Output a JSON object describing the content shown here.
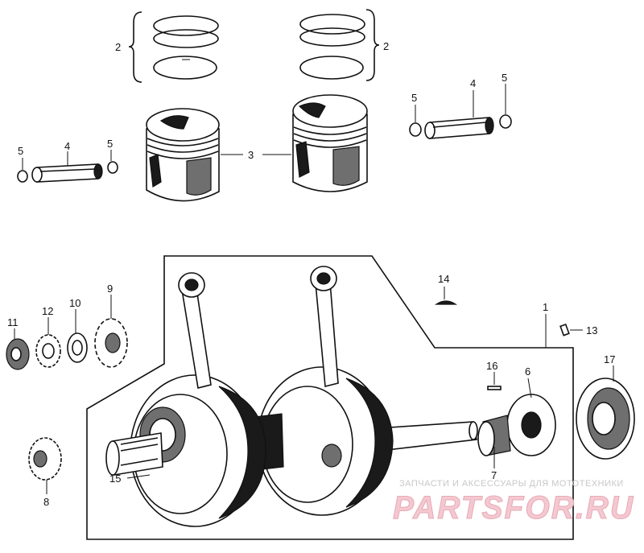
{
  "callouts": {
    "c1": "1",
    "c2_left": "2",
    "c2_right": "2",
    "c3": "3",
    "c4_left": "4",
    "c4_right": "4",
    "c5_left_a": "5",
    "c5_left_b": "5",
    "c5_right_a": "5",
    "c5_right_b": "5",
    "c6": "6",
    "c7": "7",
    "c8": "8",
    "c9": "9",
    "c10": "10",
    "c11": "11",
    "c12": "12",
    "c13": "13",
    "c14": "14",
    "c15": "15",
    "c16": "16",
    "c17": "17"
  },
  "watermark": {
    "tagline": "ЗАПЧАСТИ И АКСЕССУАРЫ ДЛЯ МОТОТЕХНИКИ",
    "brand": "PARTSFOR.RU"
  }
}
